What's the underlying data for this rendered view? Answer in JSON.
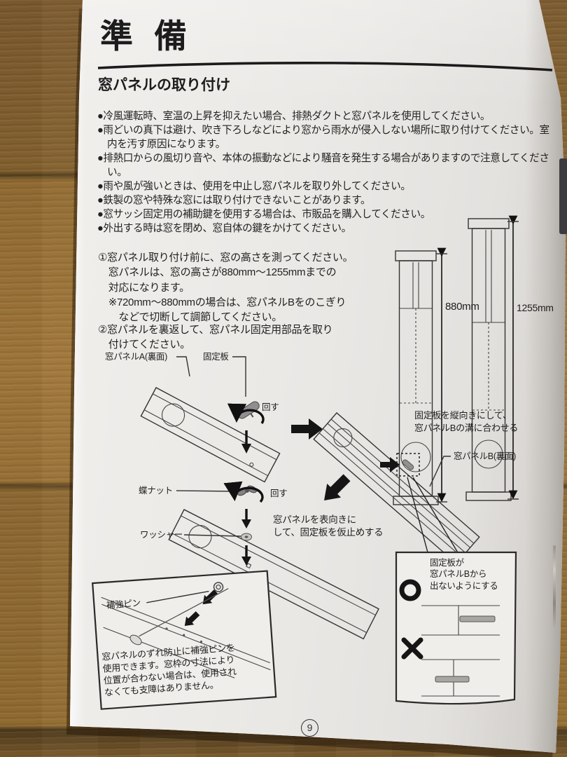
{
  "page": {
    "section_title": "準備",
    "subtitle": "窓パネルの取り付け",
    "page_number": "9"
  },
  "precautions": [
    "●冷風運転時、室温の上昇を抑えたい場合、排熱ダクトと窓パネルを使用してください。",
    "●雨どいの真下は避け、吹き下ろしなどにより窓から雨水が侵入しない場所に取り付けてください。室内を汚す原因になります。",
    "●排熱口からの風切り音や、本体の振動などにより騒音を発生する場合がありますので注意してください。",
    "●雨や風が強いときは、使用を中止し窓パネルを取り外してください。",
    "●鉄製の窓や特殊な窓には取り付けできないことがあります。",
    "●窓サッシ固定用の補助鍵を使用する場合は、市販品を購入してください。",
    "●外出する時は窓を閉め、窓自体の鍵をかけてください。"
  ],
  "steps": {
    "step1": "①窓パネル取り付け前に、窓の高さを測ってください。\n　窓パネルは、窓の高さが880mm～1255mmまでの\n　対応になります。\n　※720mm～880mmの場合は、窓パネルBをのこぎり\n　　などで切断して調節してください。",
    "step2": "②窓パネルを裏返して、窓パネル固定用部品を取り\n　付けてください。"
  },
  "measure_diagram": {
    "left_height": "880mm",
    "right_height": "1255mm"
  },
  "diagram_flip": {
    "panel_a_label": "窓パネルA(裏面)",
    "fixing_plate_label": "固定板",
    "turn_label": "回す"
  },
  "diagram_groove": {
    "caption": "固定板を縦向きにして、\n窓パネルBの溝に合わせる",
    "panel_b_label": "窓パネルB(裏面)"
  },
  "diagram_fasten": {
    "wing_nut_label": "蝶ナット",
    "turn_label": "回す",
    "washer_label": "ワッシャー",
    "caption": "窓パネルを表向きに\nして、固定板を仮止めする"
  },
  "reinforce_box": {
    "pin_label": "補強ピン",
    "text": "窓パネルのずれ防止に補強ピンを\n使用できます。窓枠の寸法により\n位置が合わない場合は、使用され\nなくても支障はありません。"
  },
  "fit_box": {
    "caption": "固定板が\n窓パネルBから\n出ないようにする",
    "ok_mark": "○",
    "ng_mark": "×"
  }
}
